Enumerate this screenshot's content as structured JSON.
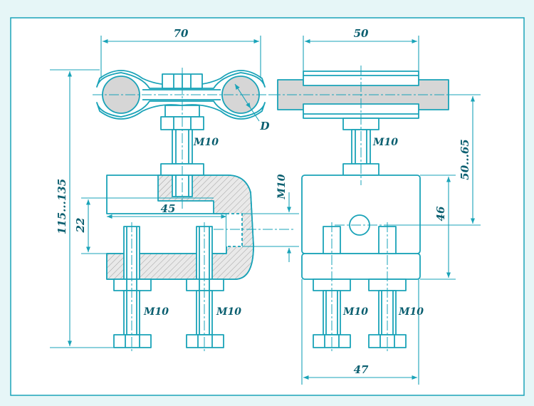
{
  "colors": {
    "background": "#e6f6f7",
    "sheet": "#ffffff",
    "line": "#1aa3b8",
    "text": "#0b5f70",
    "section_fill": "#d6d6d6",
    "hatch": "#9a9a9a"
  },
  "labels": {
    "width_front": "70",
    "width_side_top": "50",
    "width_side_bottom": "47",
    "height_overall": "115...135",
    "height_side": "50...65",
    "jaw_gap": "22",
    "bolt_spacing": "45",
    "hole_height": "46",
    "diameter": "D",
    "thread_top_front": "M10",
    "thread_top_side": "M10",
    "thread_vertical": "M10",
    "thread_left_bolt": "M10",
    "thread_right_bolt": "M10",
    "thread_side_left": "M10",
    "thread_side_right": "M10"
  }
}
